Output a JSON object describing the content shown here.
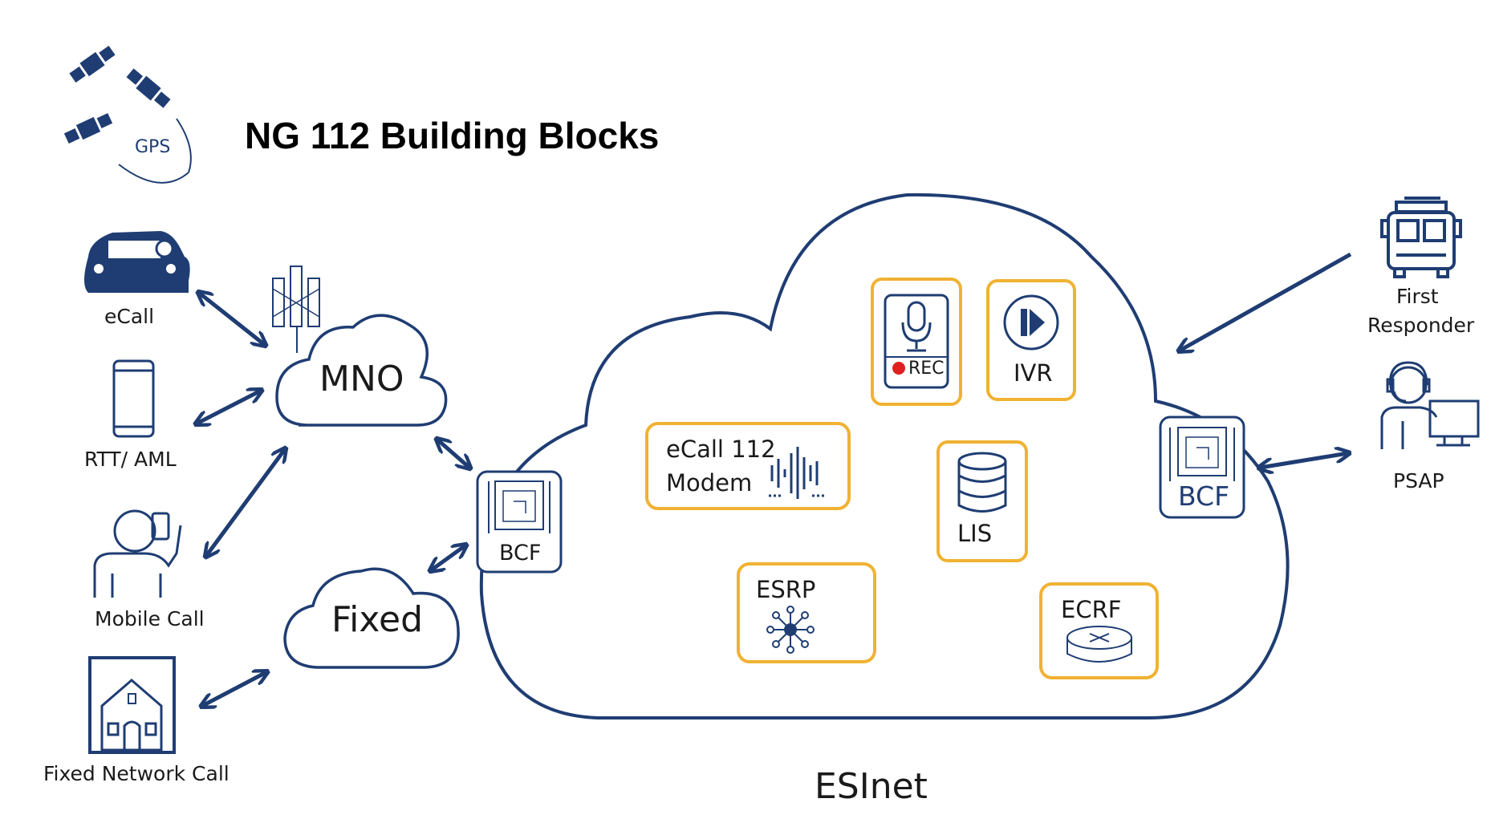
{
  "title": "NG 112 Building Blocks",
  "gps_label": "GPS",
  "devices": {
    "ecall": "eCall",
    "rtt": "RTT/ AML",
    "mobile": "Mobile Call",
    "fixed": "Fixed Network Call"
  },
  "networks": {
    "mno": "MNO",
    "fixed": "Fixed"
  },
  "bcf_left": "BCF",
  "bcf_right": "BCF",
  "esinet_label": "ESInet",
  "components": {
    "rec": "REC",
    "ivr": "IVR",
    "ecall_modem_line1": "eCall 112",
    "ecall_modem_line2": "Modem",
    "lis": "LIS",
    "esrp": "ESRP",
    "ecrf": "ECRF"
  },
  "right_side": {
    "first_responder_line1": "First",
    "first_responder_line2": "Responder",
    "psap": "PSAP"
  },
  "colors": {
    "navy": "#1f3d73",
    "orange_border": "#f0b232",
    "record_dot": "#e02020"
  }
}
